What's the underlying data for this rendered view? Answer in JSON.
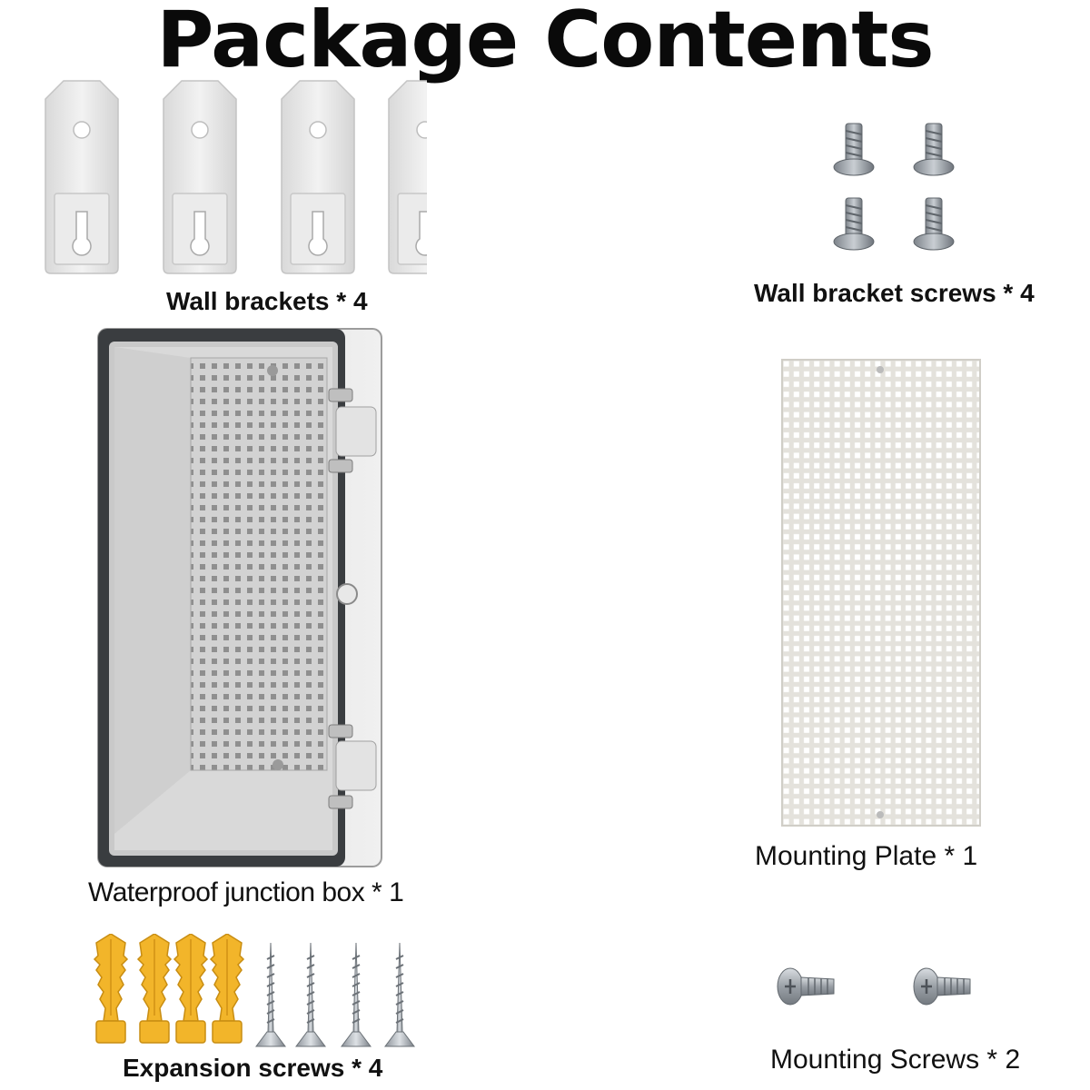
{
  "title": "Package Contents",
  "items": {
    "wall_brackets": {
      "label": "Wall brackets * 4",
      "count": 4
    },
    "wall_bracket_screws": {
      "label": "Wall bracket screws * 4",
      "count": 4
    },
    "junction_box": {
      "label": "Waterproof junction box * 1",
      "count": 1
    },
    "mounting_plate": {
      "label": "Mounting Plate * 1",
      "count": 1
    },
    "expansion_screws": {
      "label": "Expansion screws * 4",
      "count": 4
    },
    "mounting_screws": {
      "label": "Mounting Screws * 2",
      "count": 2
    }
  },
  "colors": {
    "plastic_grey": "#e6e6e6",
    "anchor_yellow": "#f2b52a",
    "steel": "#9aa0a6",
    "lid_dark": "#3a3d40"
  }
}
